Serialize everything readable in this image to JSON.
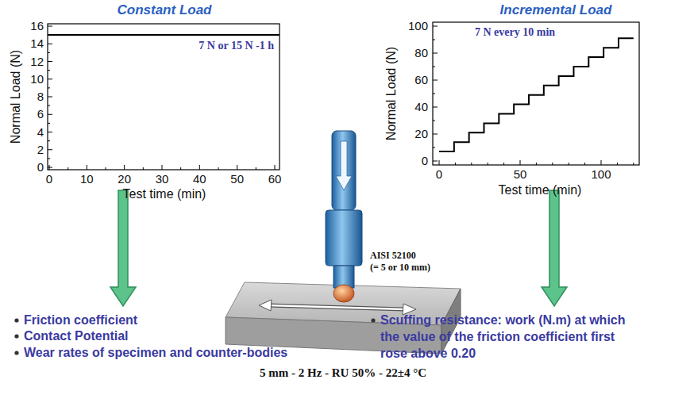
{
  "diagram": {
    "labels": [
      "Constant Load",
      "16",
      "14",
      "12",
      "10",
      "8",
      "6",
      "4",
      "2",
      "0",
      "Normal Load (N)",
      "0",
      "10",
      "20",
      "30",
      "40",
      "50",
      "60",
      "Test time (min)",
      "7 N or 15 N -1 h",
      "Incremental Load",
      "100",
      "80",
      "60",
      "40",
      "20",
      "0",
      "Normal Load (N)",
      "0",
      "50",
      "100",
      "Test time (min)",
      "7 N every 10 min",
      "AISI 52100",
      "(= 5 or 10 mm)",
      "5 mm  - 2 Hz - RU 50% - 22±4 °C",
      "Friction coefficient",
      "Contact Potential",
      "Wear rates of specimen and counter-bodies",
      "Scuffing resistance: work (N.m) at which the value of the friction coefficient first rose above 0.20"
    ]
  }
}
